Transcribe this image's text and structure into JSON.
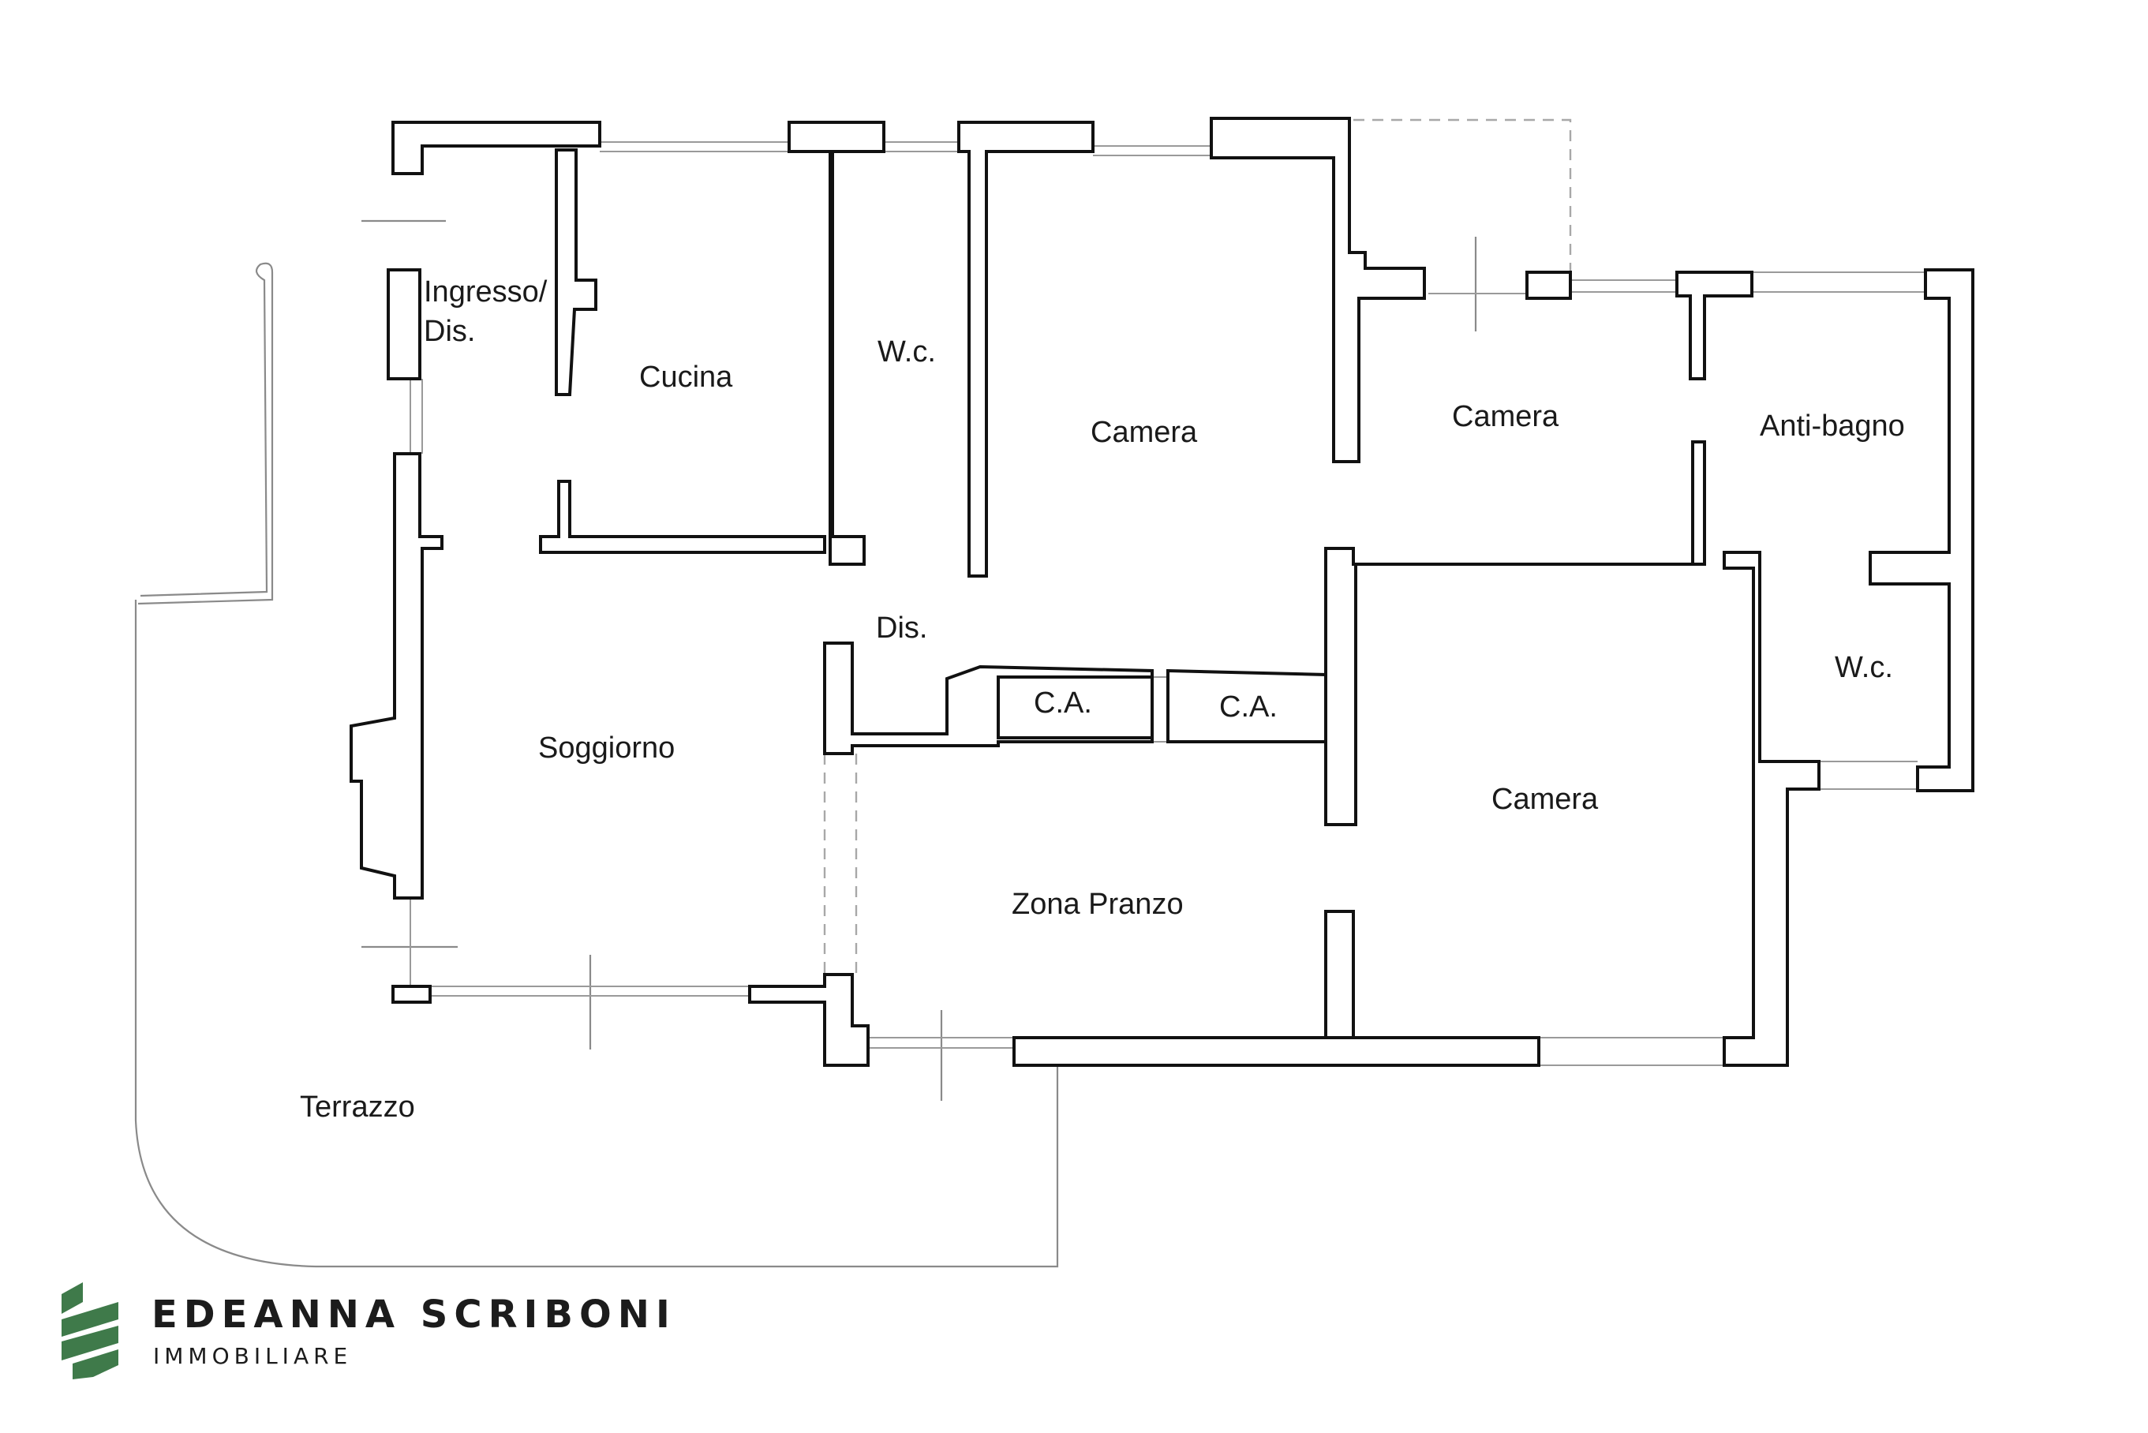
{
  "rooms": {
    "ingresso": "Ingresso/",
    "ingresso_dis": "Dis.",
    "cucina": "Cucina",
    "wc_1": "W.c.",
    "camera_1": "Camera",
    "camera_2": "Camera",
    "anti_bagno": "Anti-bagno",
    "dis": "Dis.",
    "ca_1": "C.A.",
    "ca_2": "C.A.",
    "wc_2": "W.c.",
    "soggiorno": "Soggiorno",
    "camera_3": "Camera",
    "zona_pranzo": "Zona Pranzo",
    "terrazzo": "Terrazzo"
  },
  "brand": {
    "name": "EDEANNA SCRIBONI",
    "subtitle": "IMMOBILIARE",
    "logo_color": "#3f7a4a"
  },
  "colors": {
    "wall_stroke": "#111111",
    "window_line": "#9a9a9a"
  }
}
